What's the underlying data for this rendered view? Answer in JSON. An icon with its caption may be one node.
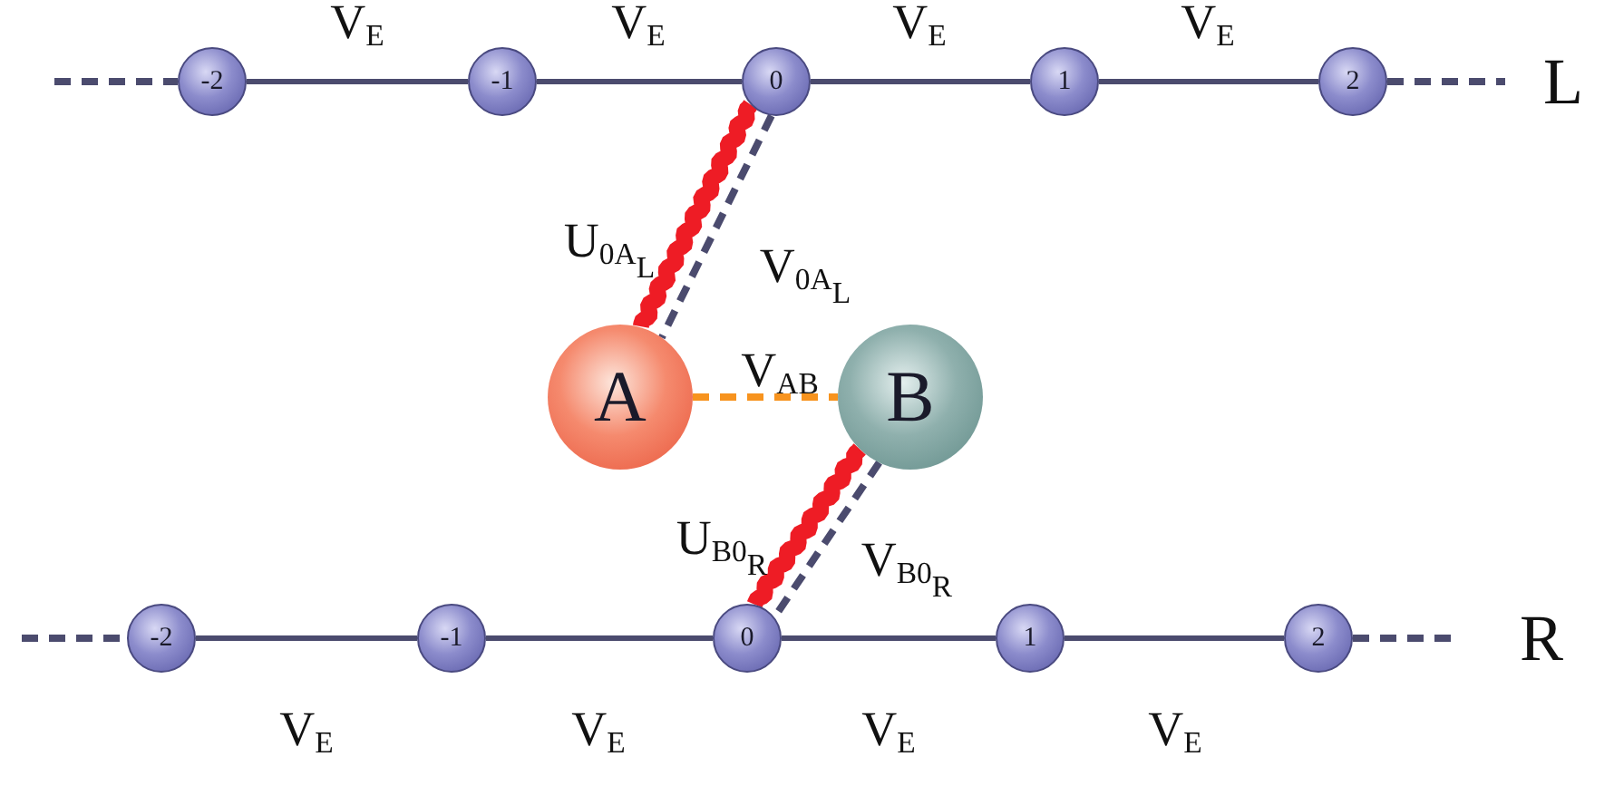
{
  "diagram": {
    "nodes": [
      {
        "text": [
          "-2"
        ]
      },
      {
        "text": [
          "-1"
        ]
      },
      {
        "text": [
          "0"
        ]
      },
      {
        "text": [
          "1"
        ]
      },
      {
        "text": [
          "2"
        ]
      },
      {
        "text": [
          "A"
        ]
      },
      {
        "text": [
          "B"
        ]
      },
      {
        "text": [
          "-2"
        ]
      },
      {
        "text": [
          "-1"
        ]
      },
      {
        "text": [
          "0"
        ]
      },
      {
        "text": [
          "1"
        ]
      },
      {
        "text": [
          "2"
        ]
      }
    ],
    "edges": [
      {
        "from": null,
        "to": 0,
        "arrow": "none",
        "style": "dashed"
      },
      {
        "from": 0,
        "to": 1,
        "arrow": "none",
        "label": "V$_{E}$"
      },
      {
        "from": 1,
        "to": 2,
        "arrow": "none",
        "label": "V$_{E}$"
      },
      {
        "from": 2,
        "to": 3,
        "arrow": "none",
        "label": "V$_{E}$"
      },
      {
        "from": 3,
        "to": 4,
        "arrow": "none",
        "label": "V$_{E}$"
      },
      {
        "from": 4,
        "to": null,
        "arrow": "none",
        "style": "dashed"
      },
      {
        "from": 2,
        "to": 5,
        "arrow": "none",
        "label": "U$_{0A}$$_{L}$",
        "style": "thick",
        "color": "#ee1c25"
      },
      {
        "from": 2,
        "to": 5,
        "arrow": "none",
        "label": "V$_{0A}$$_{L}$",
        "style": "dashed"
      },
      {
        "from": 5,
        "to": 6,
        "arrow": "none",
        "label": "V$_{AB}$",
        "style": "dashed",
        "color": "#f7931e"
      },
      {
        "from": 6,
        "to": 9,
        "arrow": "none",
        "label": "U$_{B0}$$_{R}$",
        "style": "thick",
        "color": "#ee1c25"
      },
      {
        "from": 6,
        "to": 9,
        "arrow": "none",
        "label": "V$_{B0}$$_{R}$",
        "style": "dashed"
      },
      {
        "from": null,
        "to": 7,
        "arrow": "none",
        "style": "dashed"
      },
      {
        "from": 7,
        "to": 8,
        "arrow": "none",
        "label": "V$_{E}$"
      },
      {
        "from": 8,
        "to": 9,
        "arrow": "none",
        "label": "V$_{E}$"
      },
      {
        "from": 9,
        "to": 10,
        "arrow": "none",
        "label": "V$_{E}$"
      },
      {
        "from": 10,
        "to": 11,
        "arrow": "none",
        "label": "V$_{E}$"
      },
      {
        "from": 11,
        "to": null,
        "arrow": "none",
        "style": "dashed"
      }
    ],
    "labels": [
      "L",
      "R"
    ]
  }
}
